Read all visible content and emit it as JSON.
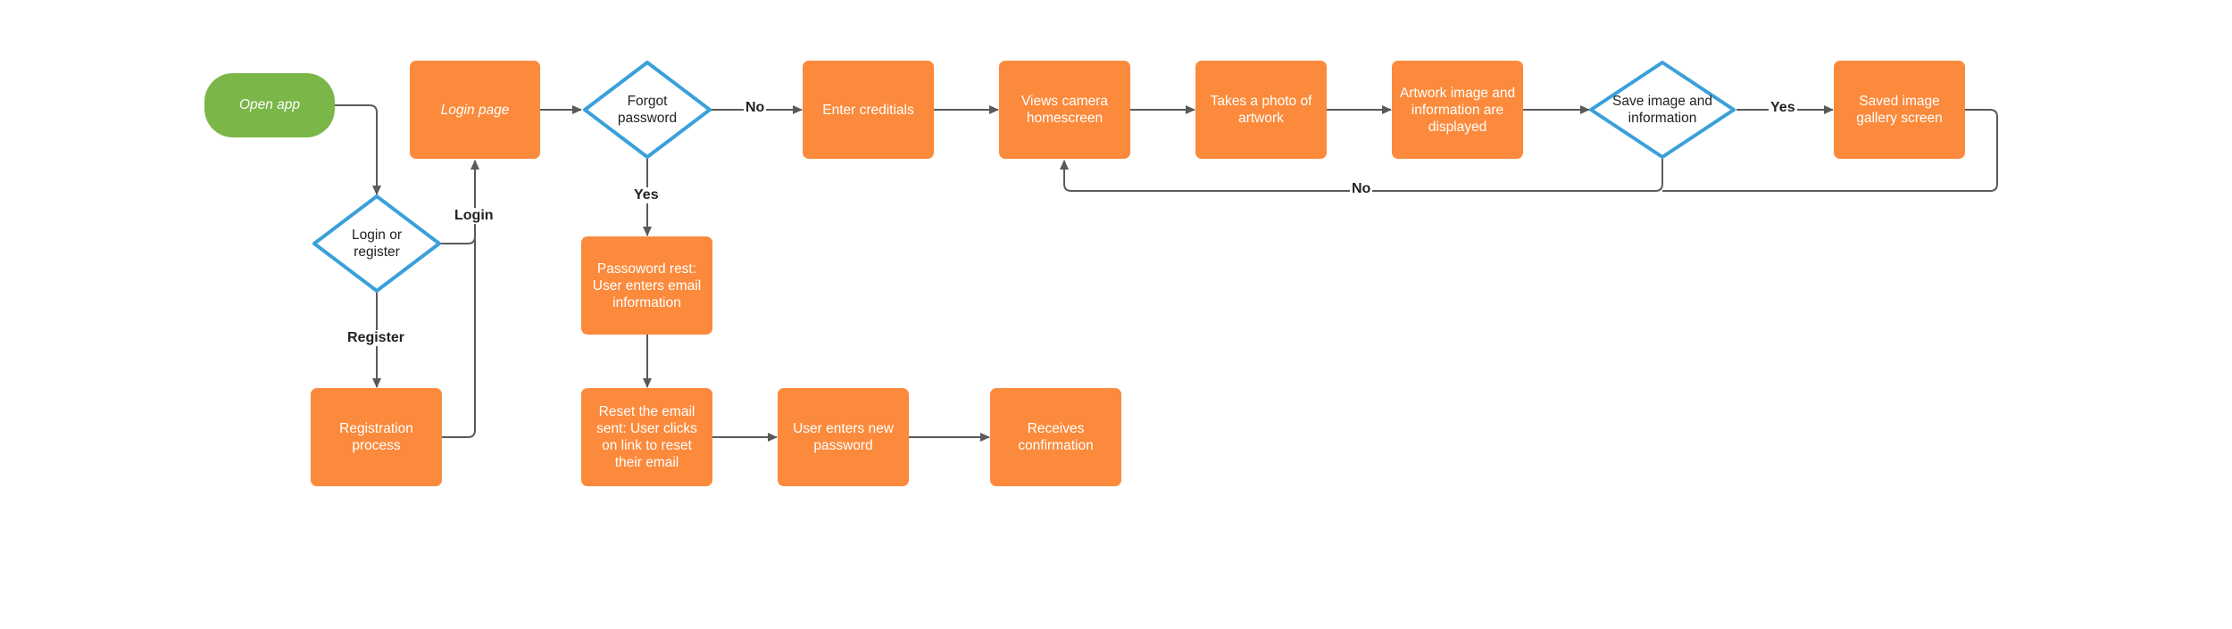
{
  "nodes": {
    "open_app": "Open app",
    "login_page": "Login page",
    "login_or_register": "Login or register",
    "registration_process": "Registration process",
    "forgot_password": "Forgot password",
    "password_reset": "Passoword rest: User enters email information",
    "reset_email_sent": "Reset the email sent: User clicks on link to reset their email",
    "user_enters_new_password": "User enters new password",
    "receives_confirmation": "Receives confirmation",
    "enter_credentials": "Enter creditials",
    "views_camera_homescreen": "Views camera homescreen",
    "takes_photo": "Takes a photo of artwork",
    "artwork_displayed": "Artwork image and information are displayed",
    "save_image": "Save image and information",
    "saved_gallery": "Saved image gallery screen"
  },
  "edge_labels": {
    "login": "Login",
    "register": "Register",
    "no_forgot": "No",
    "yes_forgot": "Yes",
    "yes_save": "Yes",
    "no_save": "No"
  },
  "colors": {
    "process": "#fb8a3c",
    "start": "#7ab648",
    "decision_stroke": "#3aa0da",
    "connector": "#5a5a5a"
  }
}
